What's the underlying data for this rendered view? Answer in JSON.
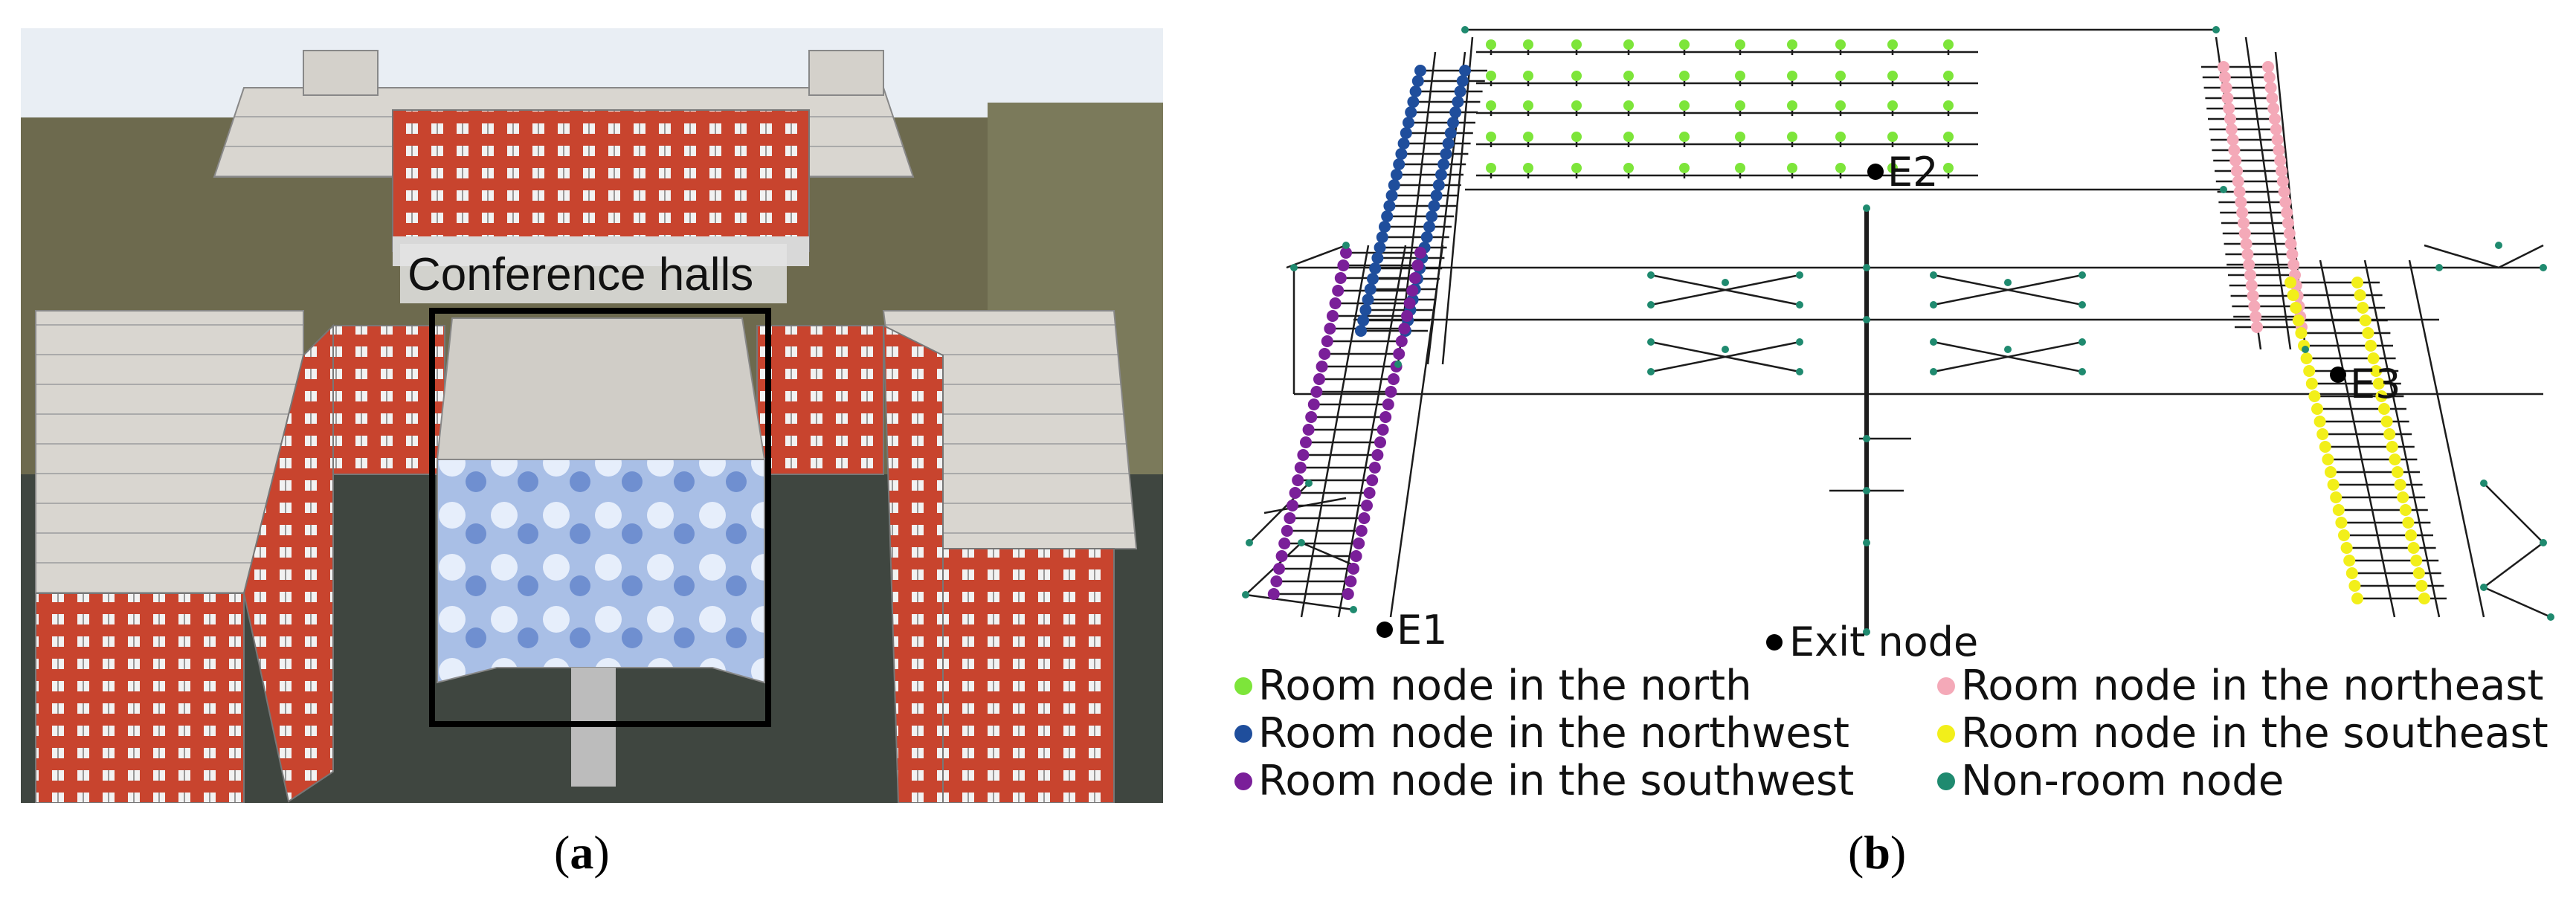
{
  "panel_a": {
    "label_open": "(",
    "label_letter": "a",
    "label_close": ")",
    "callout": "Conference halls"
  },
  "panel_b": {
    "label_open": "(",
    "label_letter": "b",
    "label_close": ")",
    "exits": [
      {
        "id": "E1"
      },
      {
        "id": "E2"
      },
      {
        "id": "E3"
      }
    ],
    "exit_legend": "Exit node",
    "legend": [
      {
        "label": "Room node in the north",
        "color": "#7de53a"
      },
      {
        "label": "Room node in the northeast",
        "color": "#f4a9b8"
      },
      {
        "label": "Room node in the northwest",
        "color": "#1f4e9c"
      },
      {
        "label": "Room node in the southeast",
        "color": "#f2ef1a"
      },
      {
        "label": "Room node in the southwest",
        "color": "#7a1f99"
      },
      {
        "label": "Non-room node",
        "color": "#1f8a6f"
      }
    ]
  }
}
